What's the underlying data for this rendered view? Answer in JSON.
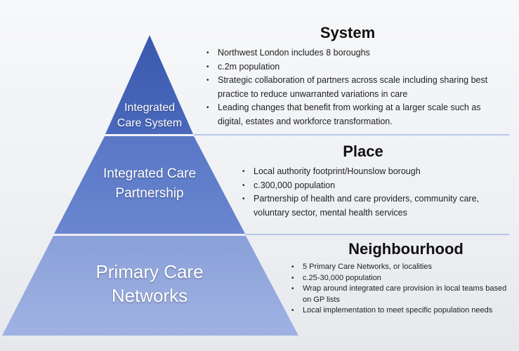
{
  "colors": {
    "apex": "#3f5fb2",
    "middle": "#5a78c8",
    "base": "#8fa5dc",
    "divider": "#b7c6e8"
  },
  "tiers": {
    "system": {
      "label_lines": [
        "Integrated",
        "Care System"
      ],
      "heading": "System",
      "bullets": [
        "Northwest London includes 8 boroughs",
        "c.2m population",
        "Strategic collaboration of partners across scale including sharing best practice to reduce unwarranted variations in care",
        "Leading changes that benefit from working at a larger scale such as digital, estates and workforce transformation."
      ]
    },
    "place": {
      "label_lines": [
        "Integrated Care",
        "Partnership"
      ],
      "heading": "Place",
      "bullets": [
        "Local authority footprint/Hounslow borough",
        "c.300,000 population",
        "Partnership of health and care providers, community care, voluntary sector, mental health services"
      ]
    },
    "neighbourhood": {
      "label_lines": [
        "Primary Care",
        "Networks"
      ],
      "heading": "Neighbourhood",
      "bullets": [
        "5 Primary Care Networks, or localities",
        "c.25-30,000 population",
        "Wrap around integrated care provision in local teams based on GP lists",
        "Local implementation to meet specific population needs"
      ]
    }
  }
}
